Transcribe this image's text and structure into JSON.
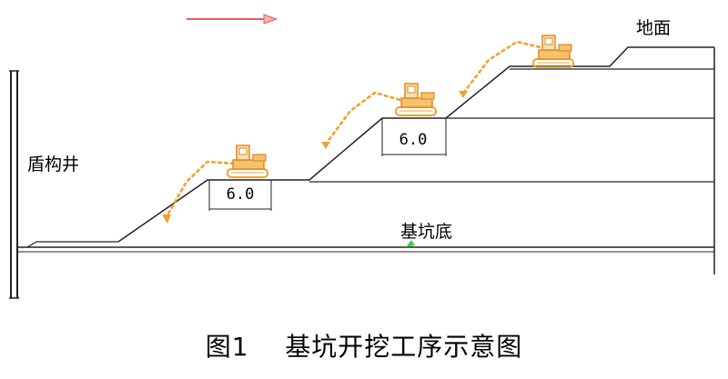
{
  "labels": {
    "shield_well": "盾构井",
    "ground": "地面",
    "pit_bottom": "基坑底",
    "bench_width_1": "6.0",
    "bench_width_2": "6.0"
  },
  "caption": {
    "number": "图1",
    "title": "基坑开挖工序示意图"
  },
  "colors": {
    "line": "#222222",
    "excavator": "#f0a030",
    "arrow": "#e06060",
    "marker": "#44cc44"
  },
  "icons": [
    "excavator-icon",
    "direction-arrow-icon"
  ]
}
